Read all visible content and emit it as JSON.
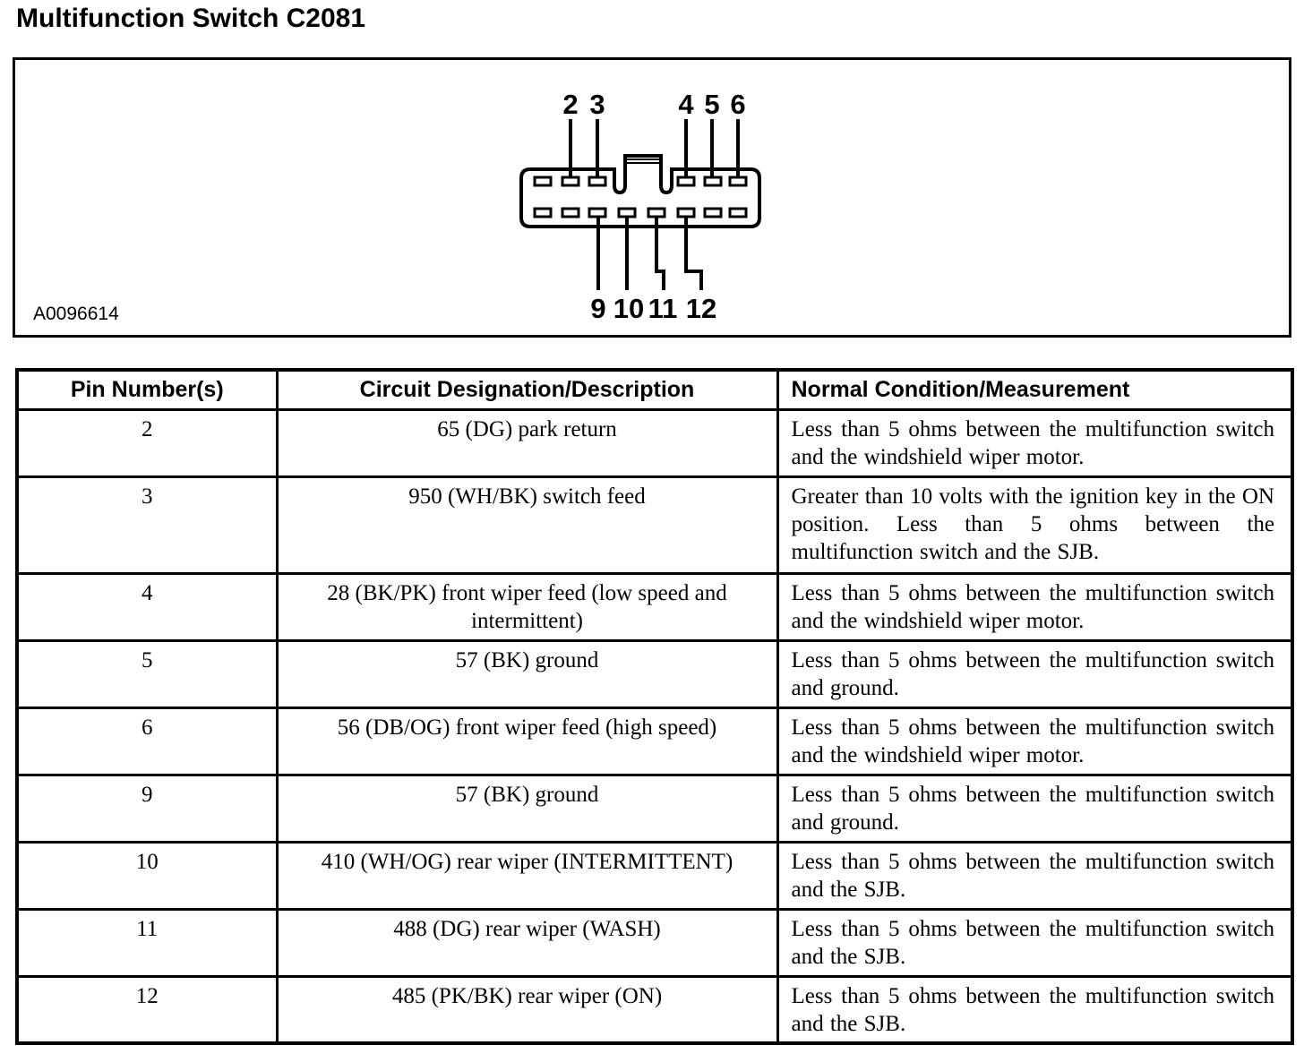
{
  "page": {
    "title": "Multifunction Switch C2081"
  },
  "diagram": {
    "figure_id": "A0096614",
    "description": "12-cavity multifunction switch connector face view with numbered pin callouts",
    "top_pin_labels": [
      "2",
      "3",
      "4",
      "5",
      "6"
    ],
    "bottom_pin_labels": [
      "9",
      "10",
      "11",
      "12"
    ]
  },
  "table": {
    "headers": {
      "pin": "Pin Number(s)",
      "circuit": "Circuit Designation/Description",
      "condition": "Normal Condition/Measurement"
    },
    "rows": [
      {
        "pin": "2",
        "circuit": "65 (DG) park return",
        "condition": "Less than 5 ohms between the multifunction switch and the windshield wiper motor."
      },
      {
        "pin": "3",
        "circuit": "950 (WH/BK) switch feed",
        "condition": "Greater than 10 volts with the ignition key in the ON position. Less than 5 ohms between the multifunction switch and the SJB."
      },
      {
        "pin": "4",
        "circuit": "28 (BK/PK) front wiper feed (low speed and intermittent)",
        "condition": "Less than 5 ohms between the multifunction switch and the windshield wiper motor."
      },
      {
        "pin": "5",
        "circuit": "57 (BK) ground",
        "condition": "Less than 5 ohms between the multifunction switch and ground."
      },
      {
        "pin": "6",
        "circuit": "56 (DB/OG) front wiper feed (high speed)",
        "condition": "Less than 5 ohms between the multifunction switch and the windshield wiper motor."
      },
      {
        "pin": "9",
        "circuit": "57 (BK) ground",
        "condition": "Less than 5 ohms between the multifunction switch and ground."
      },
      {
        "pin": "10",
        "circuit": "410 (WH/OG) rear wiper (INTERMITTENT)",
        "condition": "Less than 5 ohms between the multifunction switch and the SJB."
      },
      {
        "pin": "11",
        "circuit": "488 (DG) rear wiper (WASH)",
        "condition": "Less than 5 ohms between the multifunction switch and the SJB."
      },
      {
        "pin": "12",
        "circuit": "485 (PK/BK) rear wiper (ON)",
        "condition": "Less than 5 ohms between the multifunction switch and the SJB."
      }
    ]
  },
  "colors": {
    "ink": "#000000",
    "paper": "#ffffff"
  }
}
